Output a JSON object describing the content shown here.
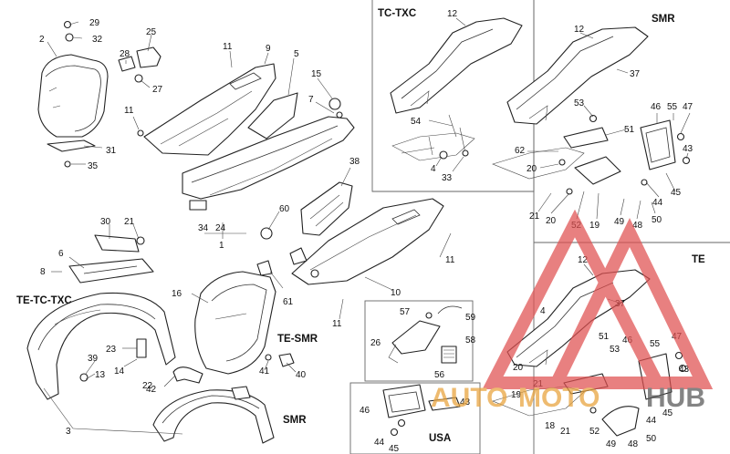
{
  "groups": {
    "te_tc_txc": "TE-TC-TXC",
    "tc_txc": "TC-TXC",
    "smr_top": "SMR",
    "te_smr": "TE-SMR",
    "smr_bottom": "SMR",
    "te": "TE",
    "usa": "USA"
  },
  "callouts": {
    "n2": "2",
    "n29": "29",
    "n32": "32",
    "n25": "25",
    "n28": "28",
    "n27": "27",
    "n11a": "11",
    "n31": "31",
    "n35": "35",
    "n11b": "11",
    "n9": "9",
    "n5": "5",
    "n15": "15",
    "n7": "7",
    "n34": "34",
    "n24": "24",
    "n1": "1",
    "n38": "38",
    "n60": "60",
    "n30": "30",
    "n21a": "21",
    "n6": "6",
    "n8": "8",
    "n16": "16",
    "n61": "61",
    "n10": "10",
    "n11c": "11",
    "n11d": "11",
    "n23": "23",
    "n39": "39",
    "n14": "14",
    "n13": "13",
    "n22": "22",
    "n42": "42",
    "n3": "3",
    "n41": "41",
    "n40": "40",
    "n12a": "12",
    "n54": "54",
    "n4a": "4",
    "n33": "33",
    "n12b": "12",
    "n37a": "37",
    "n53a": "53",
    "n51a": "51",
    "n46a": "46",
    "n55a": "55",
    "n47a": "47",
    "n43a": "43",
    "n62": "62",
    "n20a": "20",
    "n20b": "20",
    "n44a": "44",
    "n45a": "45",
    "n21b": "21",
    "n52a": "52",
    "n19a": "19",
    "n49a": "49",
    "n48a": "48",
    "n50a": "50",
    "n12c": "12",
    "n37b": "37",
    "n4b": "4",
    "n51b": "51",
    "n53b": "53",
    "n46b": "46",
    "n55b": "55",
    "n47b": "47",
    "n20c": "20",
    "n21c": "21",
    "n43b": "43",
    "n19b": "19",
    "n18": "18",
    "n21d": "21",
    "n52b": "52",
    "n44b": "44",
    "n45b": "45",
    "n49b": "49",
    "n48b": "48",
    "n50b": "50",
    "n57": "57",
    "n59": "59",
    "n26": "26",
    "n58": "58",
    "n56": "56",
    "n46c": "46",
    "n44c": "44",
    "n45c": "45",
    "n43c": "43"
  },
  "watermark": {
    "text_auto": "AUTO",
    "text_moto": "MOTO",
    "text_hub": "HUB",
    "color_red": "#e05050",
    "color_orange": "#e8a23a",
    "color_gray": "#555555"
  }
}
